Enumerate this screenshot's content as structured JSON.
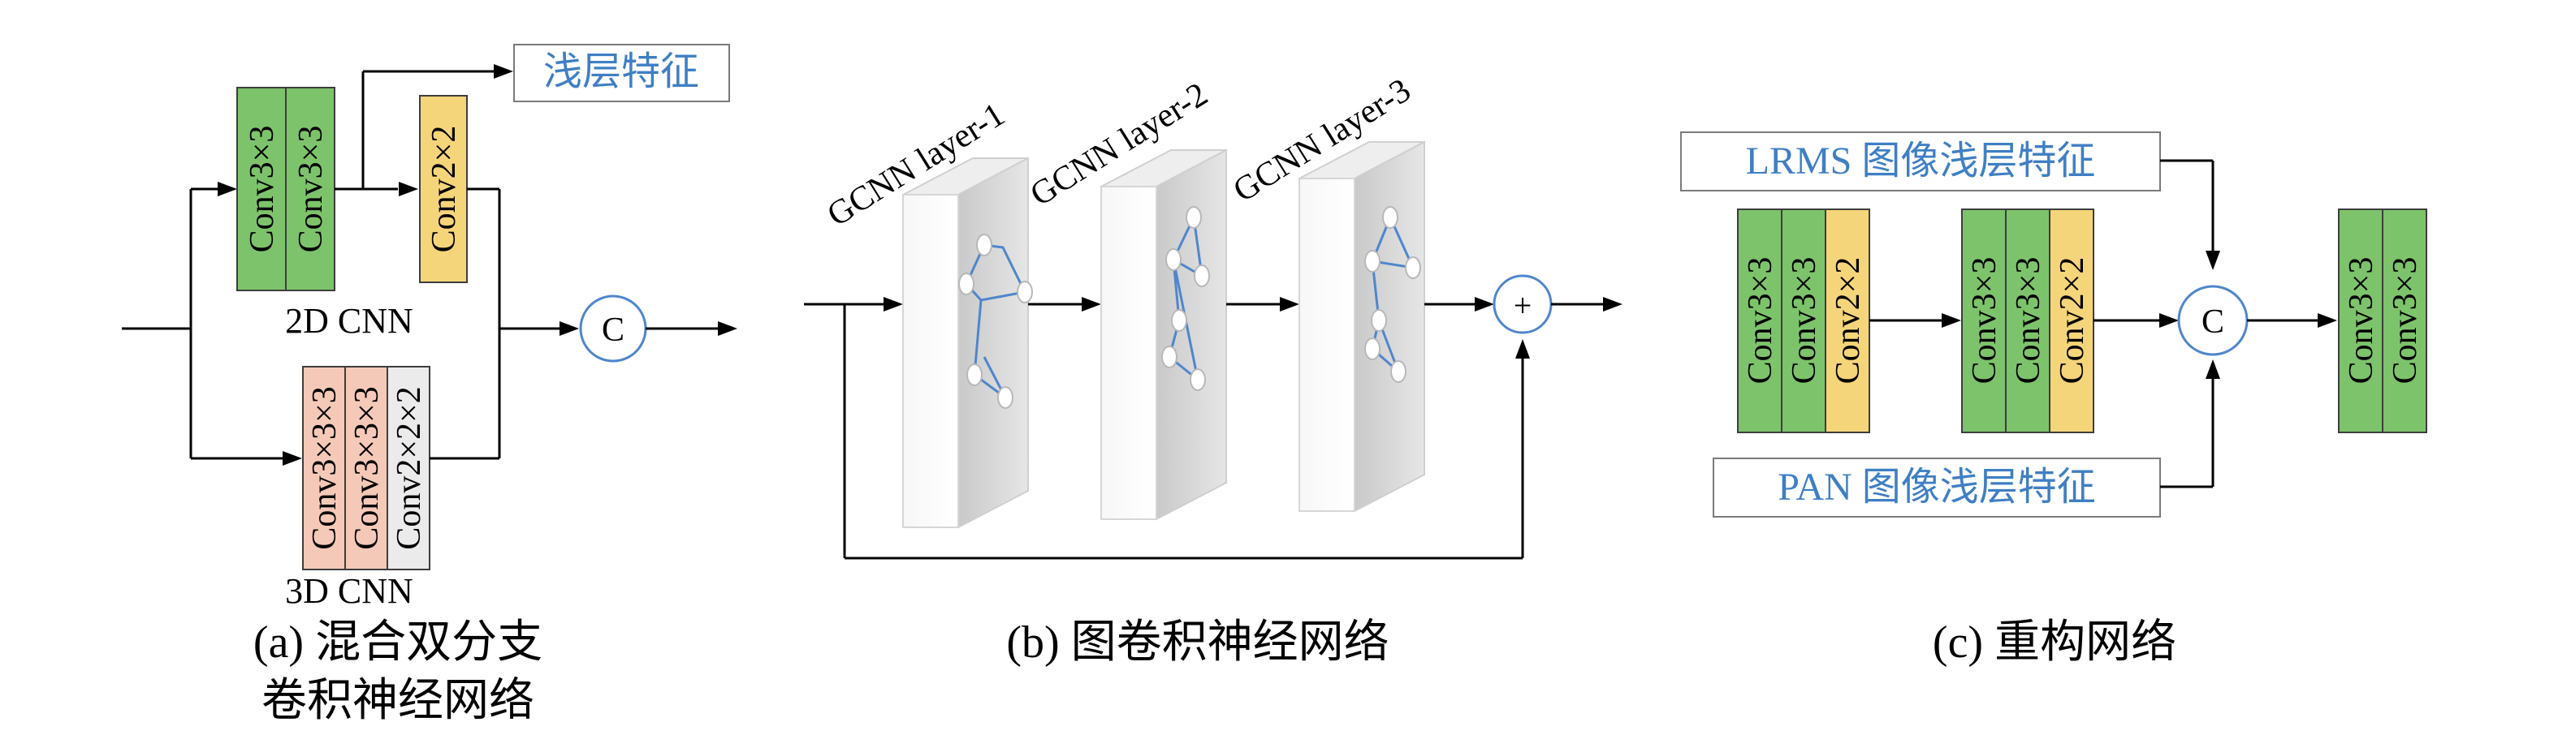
{
  "panel_a": {
    "shallow_feature_label": "浅层特征",
    "cnn2d_blocks": [
      "Conv3×3",
      "Conv3×3"
    ],
    "cnn2d_extra_block": "Conv2×2",
    "cnn2d_label": "2D CNN",
    "cnn3d_blocks": [
      "Conv3×3×3",
      "Conv3×3×3",
      "Conv2×2×2"
    ],
    "cnn3d_label": "3D CNN",
    "concat_symbol": "C",
    "caption_line1": "(a) 混合双分支",
    "caption_line2": "卷积神经网络"
  },
  "panel_b": {
    "layers": [
      "GCNN layer-1",
      "GCNN layer-2",
      "GCNN layer-3"
    ],
    "add_symbol": "+",
    "caption": "(b) 图卷积神经网络"
  },
  "panel_c": {
    "lrms_label": "LRMS 图像浅层特征",
    "pan_label": "PAN 图像浅层特征",
    "group1_blocks": [
      "Conv3×3",
      "Conv3×3",
      "Conv2×2"
    ],
    "group2_blocks": [
      "Conv3×3",
      "Conv3×3",
      "Conv2×2"
    ],
    "concat_symbol": "C",
    "output_blocks": [
      "Conv3×3",
      "Conv3×3"
    ],
    "caption": "(c) 重构网络"
  },
  "colors": {
    "green": "#7dc36b",
    "yellow": "#f5d57a",
    "pink": "#f5c9b8",
    "lightgray": "#ebebeb",
    "blue_text": "#3f7fc4"
  }
}
